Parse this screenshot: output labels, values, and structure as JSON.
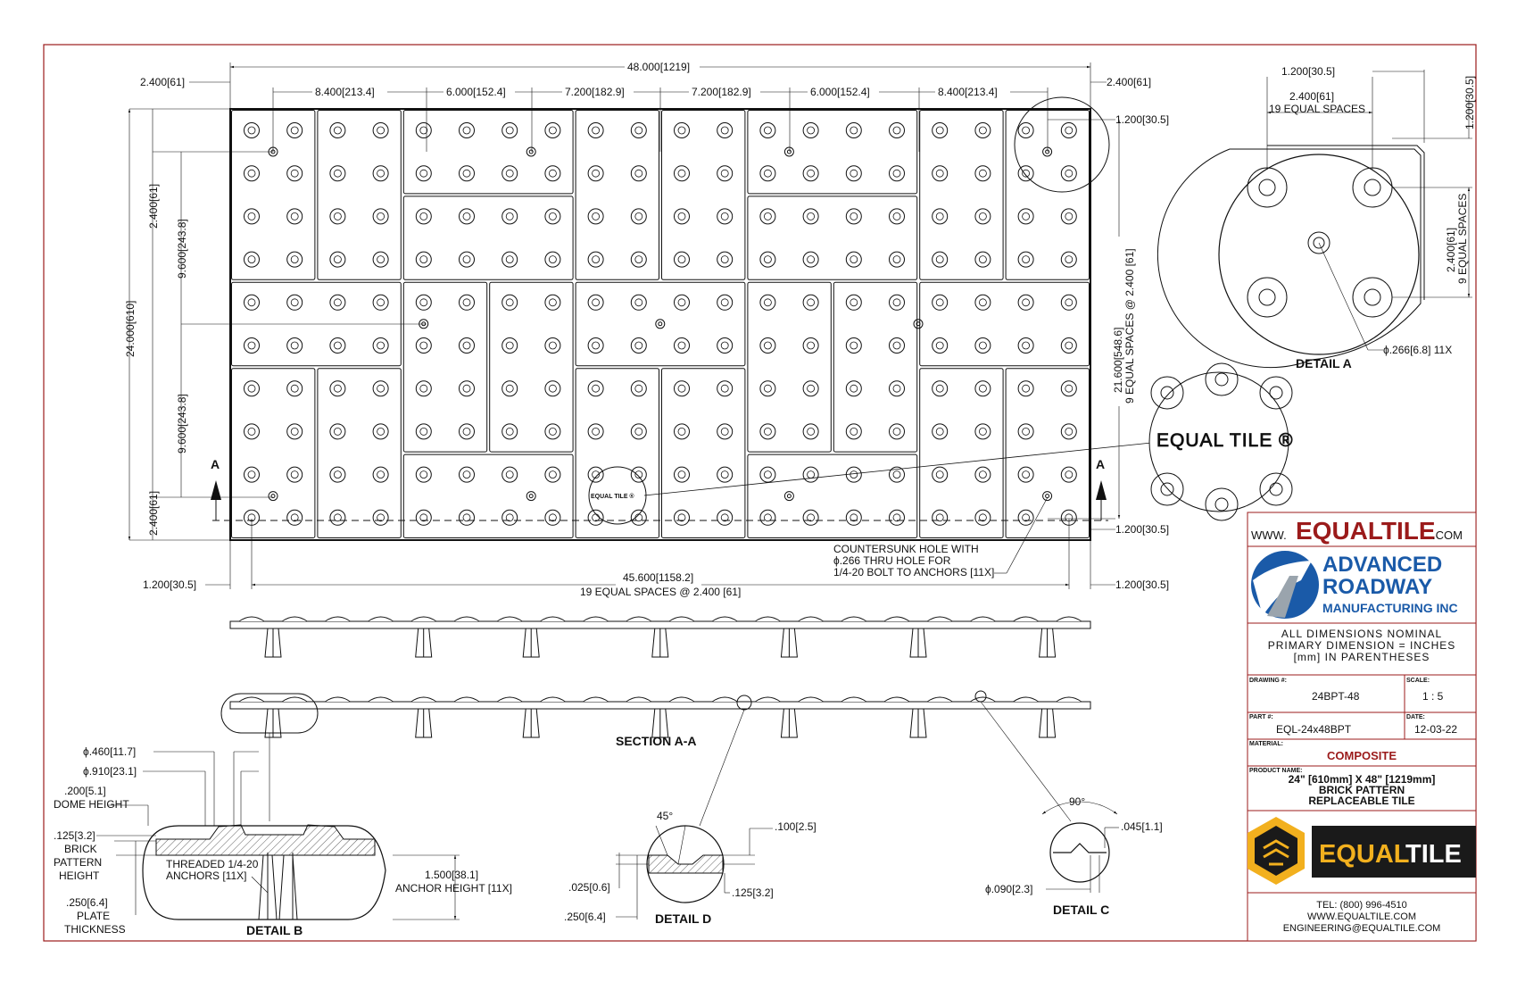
{
  "drawing": {
    "plan_dims": {
      "overall_width": "48.000[1219]",
      "left_end": "2.400[61]",
      "right_end": "2.400[61]",
      "seg1": "8.400[213.4]",
      "seg2": "6.000[152.4]",
      "seg3": "7.200[182.9]",
      "seg4": "7.200[182.9]",
      "seg5": "6.000[152.4]",
      "seg6": "8.400[213.4]",
      "top_right_offset": "1.200[30.5]",
      "overall_height": "24.000[610]",
      "left_top": "2.400[61]",
      "left_mid1": "9.600[243.8]",
      "left_mid2": "9.600[243.8]",
      "left_bottom": "2.400[61]",
      "right_height": "21.600[548.6]",
      "right_height_note": "9 EQUAL SPACES @ 2.400 [61]",
      "right_bottom_offset": "1.200[30.5]",
      "bottom_left_offset": "1.200[30.5]",
      "bottom_right_offset": "1.200[30.5]",
      "bottom_span": "45.600[1158.2]",
      "bottom_span_note": "19 EQUAL SPACES @ 2.400 [61]",
      "countersink_note_1": "COUNTERSUNK HOLE WITH",
      "countersink_note_2": "ϕ.266 THRU HOLE FOR",
      "countersink_note_3": "1/4-20 BOLT TO ANCHORS [11X]",
      "section_marker": "A",
      "equal_tile_small": "EQUAL TILE ®",
      "equal_tile_large": "EQUAL TILE ®"
    },
    "detail_a": {
      "title": "DETAIL A",
      "top_offset": "1.200[30.5]",
      "spacing_top_1": "2.400[61]",
      "spacing_top_2": "19 EQUAL SPACES",
      "right_offset": "1.200[30.5]",
      "spacing_right_1": "2.400[61]",
      "spacing_right_2": "9 EQUAL SPACES",
      "hole_callout": "ϕ.266[6.8]  11X"
    },
    "section": {
      "title": "SECTION A-A"
    },
    "detail_b": {
      "title": "DETAIL B",
      "dia_inner": "ϕ.460[11.7]",
      "dia_outer": "ϕ.910[23.1]",
      "dome_height_1": ".200[5.1]",
      "dome_height_2": "DOME HEIGHT",
      "brick_1": ".125[3.2]",
      "brick_2": "BRICK",
      "brick_3": "PATTERN",
      "brick_4": "HEIGHT",
      "plate_1": ".250[6.4]",
      "plate_2": "PLATE",
      "plate_3": "THICKNESS",
      "anchor_note_1": "THREADED 1/4-20",
      "anchor_note_2": "ANCHORS [11X]",
      "anchor_height_1": "1.500[38.1]",
      "anchor_height_2": "ANCHOR HEIGHT  [11X]"
    },
    "detail_d": {
      "title": "DETAIL D",
      "angle": "45°",
      "top_dim": ".100[2.5]",
      "mid_dim": ".125[3.2]",
      "left_dim": ".025[0.6]",
      "bottom_dim": ".250[6.4]"
    },
    "detail_c": {
      "title": "DETAIL C",
      "angle": "90°",
      "right_dim": ".045[1.1]",
      "left_dim": "ϕ.090[2.3]"
    }
  },
  "title_block": {
    "website_prefix": "WWW.",
    "website_main": "EQUALTILE",
    "website_suffix": ".COM",
    "company_line1": "ADVANCED",
    "company_line2": "ROADWAY",
    "company_line3": "MANUFACTURING INC",
    "note_line1": "ALL DIMENSIONS NOMINAL",
    "note_line2": "PRIMARY DIMENSION = INCHES",
    "note_line3": "[mm] IN PARENTHESES",
    "drawing_label": "DRAWING #:",
    "drawing_value": "24BPT-48",
    "scale_label": "SCALE:",
    "scale_value": "1 : 5",
    "part_label": "PART #:",
    "part_value": "EQL-24x48BPT",
    "date_label": "DATE:",
    "date_value": "12-03-22",
    "material_label": "MATERIAL:",
    "material_value": "COMPOSITE",
    "product_label": "PRODUCT NAME:",
    "product_line1": "24\" [610mm] X 48\" [1219mm]",
    "product_line2": "BRICK PATTERN",
    "product_line3": "REPLACEABLE TILE",
    "logo_word_1": "EQUAL",
    "logo_word_2": "TILE",
    "contact_tel": "TEL: (800) 996-4510",
    "contact_web": "WWW.EQUALTILE.COM",
    "contact_email": "ENGINEERING@EQUALTILE.COM",
    "colors": {
      "brand_red": "#9b1b1b",
      "brand_blue": "#1a5aa8",
      "logo_dark": "#1a1a1a",
      "logo_gold": "#f2b01e"
    }
  }
}
